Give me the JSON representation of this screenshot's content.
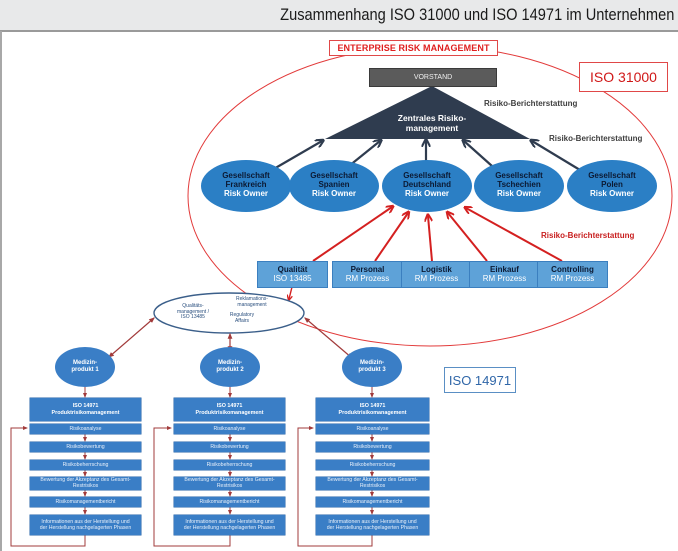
{
  "header": {
    "title": "Zusammenhang ISO 31000 und ISO 14971 im Unternehmen"
  },
  "erm": {
    "label": "ENTERPRISE RISK MANAGEMENT",
    "standard_label": "ISO 31000",
    "vorstand": "VORSTAND",
    "central": {
      "line1": "Zentrales Risiko-",
      "line2": "management"
    },
    "reporting_labels": [
      "Risiko-Berichterstattung",
      "Risiko-Berichterstattung",
      "Risiko-Berichterstattung"
    ],
    "subsidiaries": [
      {
        "line1": "Gesellschaft",
        "line2": "Frankreich",
        "role": "Risk Owner"
      },
      {
        "line1": "Gesellschaft",
        "line2": "Spanien",
        "role": "Risk Owner"
      },
      {
        "line1": "Gesellschaft",
        "line2": "Deutschland",
        "role": "Risk Owner"
      },
      {
        "line1": "Gesellschaft",
        "line2": "Tschechien",
        "role": "Risk Owner"
      },
      {
        "line1": "Gesellschaft",
        "line2": "Polen",
        "role": "Risk Owner"
      }
    ],
    "departments": [
      {
        "name": "Qualität",
        "sub": "ISO 13485"
      },
      {
        "name": "Personal",
        "sub": "RM Prozess"
      },
      {
        "name": "Logistik",
        "sub": "RM Prozess"
      },
      {
        "name": "Einkauf",
        "sub": "RM Prozess"
      },
      {
        "name": "Controlling",
        "sub": "RM Prozess"
      }
    ]
  },
  "quality_hub": {
    "qm_line1": "Qualitäts-",
    "qm_line2": "management /",
    "qm_line3": "ISO 13485",
    "reklamation_line1": "Reklamations-",
    "reklamation_line2": "management",
    "ra_line1": "Regulatory",
    "ra_line2": "Affairs"
  },
  "iso14971": {
    "label": "ISO 14971",
    "products": [
      {
        "line1": "Medizin-",
        "line2": "produkt 1",
        "steps": {
          "head1": "ISO 14971",
          "head2": "Produktrisikomanagement",
          "s1": "Risikoanalyse",
          "s2": "Risikobewertung",
          "s3": "Risikobeherrschung",
          "s4a": "Bewertung der Akzeptanz des Gesamt-",
          "s4b": "Restrisikos",
          "s5": "Risikomanagementbericht",
          "s6a": "Informationen aus der Herstellung und",
          "s6b": "der Herstellung nachgelagerten Phasen"
        }
      },
      {
        "line1": "Medizin-",
        "line2": "produkt 2",
        "steps": {
          "head1": "ISO 14971",
          "head2": "Produktrisikomanagement",
          "s1": "Risikoanalyse",
          "s2": "Risikobewertung",
          "s3": "Risikobeherrschung",
          "s4a": "Bewertung der Akzeptanz des Gesamt-",
          "s4b": "Restrisikos",
          "s5": "Risikomanagementbericht",
          "s6a": "Informationen aus der Herstellung und",
          "s6b": "der Herstellung nachgelagerten Phasen"
        }
      },
      {
        "line1": "Medizin-",
        "line2": "produkt 3",
        "steps": {
          "head1": "ISO 14971",
          "head2": "Produktrisikomanagement",
          "s1": "Risikoanalyse",
          "s2": "Risikobewertung",
          "s3": "Risikobeherrschung",
          "s4a": "Bewertung der Akzeptanz des Gesamt-",
          "s4b": "Restrisikos",
          "s5": "Risikomanagementbericht",
          "s6a": "Informationen aus der Herstellung und",
          "s6b": "der Herstellung nachgelagerten Phasen"
        }
      }
    ]
  },
  "colors": {
    "erm_red": "#e02020",
    "central_navy": "#2f3c4f",
    "subsidiary_blue": "#2b7fc5",
    "department_blue": "#5ea2d8",
    "process_blue": "#3a7ec6",
    "feedback_dark_red": "#a23b3b"
  }
}
